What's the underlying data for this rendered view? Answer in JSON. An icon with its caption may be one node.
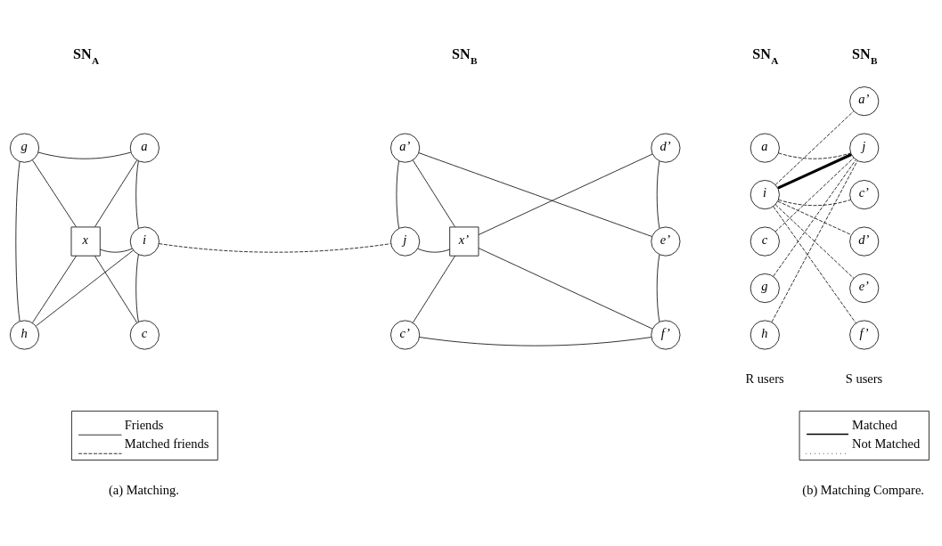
{
  "diagram": {
    "nodes": [
      {
        "text": [
          "g"
        ]
      },
      {
        "text": [
          "a"
        ]
      },
      {
        "text": [
          "x"
        ]
      },
      {
        "text": [
          "i"
        ]
      },
      {
        "text": [
          "h"
        ]
      },
      {
        "text": [
          "c"
        ]
      },
      {
        "text": [
          "a’"
        ]
      },
      {
        "text": [
          "d’"
        ]
      },
      {
        "text": [
          "j"
        ]
      },
      {
        "text": [
          "x’"
        ]
      },
      {
        "text": [
          "e’"
        ]
      },
      {
        "text": [
          "c’"
        ]
      },
      {
        "text": [
          "f’"
        ]
      },
      {
        "text": [
          "a"
        ]
      },
      {
        "text": [
          "i"
        ]
      },
      {
        "text": [
          "c"
        ]
      },
      {
        "text": [
          "g"
        ]
      },
      {
        "text": [
          "h"
        ]
      },
      {
        "text": [
          "a’"
        ]
      },
      {
        "text": [
          "j"
        ]
      },
      {
        "text": [
          "c’"
        ]
      },
      {
        "text": [
          "d’"
        ]
      },
      {
        "text": [
          "e’"
        ]
      },
      {
        "text": [
          "f’"
        ]
      }
    ],
    "edges": [
      {
        "from": 0,
        "to": 1,
        "arrow": "none"
      },
      {
        "from": 0,
        "to": 2,
        "arrow": "none"
      },
      {
        "from": 1,
        "to": 2,
        "arrow": "none"
      },
      {
        "from": 0,
        "to": 4,
        "arrow": "none"
      },
      {
        "from": 1,
        "to": 3,
        "arrow": "none"
      },
      {
        "from": 2,
        "to": 3,
        "arrow": "none"
      },
      {
        "from": 2,
        "to": 4,
        "arrow": "none"
      },
      {
        "from": 2,
        "to": 5,
        "arrow": "none"
      },
      {
        "from": 3,
        "to": 4,
        "arrow": "none"
      },
      {
        "from": 3,
        "to": 5,
        "arrow": "none"
      },
      {
        "from": 3,
        "to": 8,
        "arrow": "none",
        "style": "dashed"
      },
      {
        "from": 6,
        "to": 8,
        "arrow": "none"
      },
      {
        "from": 6,
        "to": 9,
        "arrow": "none"
      },
      {
        "from": 6,
        "to": 10,
        "arrow": "none"
      },
      {
        "from": 7,
        "to": 9,
        "arrow": "none"
      },
      {
        "from": 7,
        "to": 10,
        "arrow": "none"
      },
      {
        "from": 8,
        "to": 9,
        "arrow": "none"
      },
      {
        "from": 9,
        "to": 11,
        "arrow": "none"
      },
      {
        "from": 9,
        "to": 12,
        "arrow": "none"
      },
      {
        "from": 10,
        "to": 12,
        "arrow": "none"
      },
      {
        "from": 11,
        "to": 12,
        "arrow": "none"
      },
      {
        "from": 13,
        "to": 19,
        "arrow": "none",
        "style": "dashed"
      },
      {
        "from": 14,
        "to": 18,
        "arrow": "none",
        "style": "dashed"
      },
      {
        "from": 14,
        "to": 19,
        "arrow": "none",
        "style": "thick"
      },
      {
        "from": 14,
        "to": 20,
        "arrow": "none",
        "style": "dashed"
      },
      {
        "from": 14,
        "to": 21,
        "arrow": "none",
        "style": "dashed"
      },
      {
        "from": 14,
        "to": 22,
        "arrow": "none",
        "style": "dashed"
      },
      {
        "from": 14,
        "to": 23,
        "arrow": "none",
        "style": "dashed"
      },
      {
        "from": 15,
        "to": 19,
        "arrow": "none",
        "style": "dashed"
      },
      {
        "from": 16,
        "to": 19,
        "arrow": "none",
        "style": "dashed"
      },
      {
        "from": 17,
        "to": 19,
        "arrow": "none",
        "style": "dashed"
      }
    ],
    "labels": [
      "SN$_{A}$",
      "SN$_{B}$",
      "SN$_{A}$",
      "SN$_{B}$",
      "R users",
      "S users",
      "(a) Matching.",
      "(b) Matching Compare."
    ],
    "legend": [
      {
        "text": "Friends"
      },
      {
        "text": "Matched friends"
      },
      {
        "text": "Matched"
      },
      {
        "text": "Not Matched"
      }
    ]
  }
}
